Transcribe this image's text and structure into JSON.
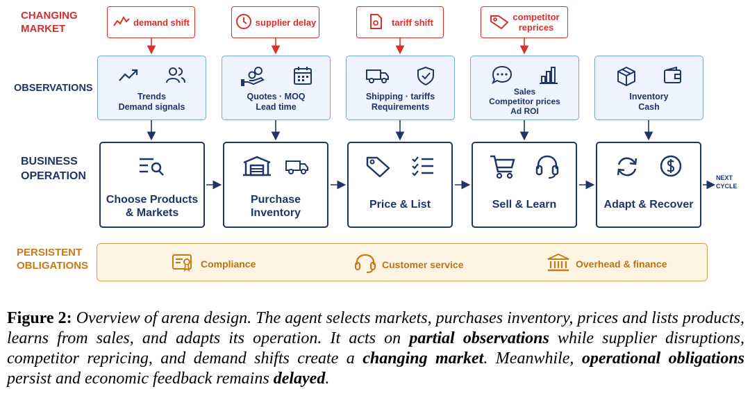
{
  "labels": {
    "changing_market": [
      "CHANGING",
      "MARKET"
    ],
    "observations": "OBSERVATIONS",
    "business_operation": [
      "BUSINESS",
      "OPERATION"
    ],
    "persistent_obligations": [
      "PERSISTENT",
      "OBLIGATIONS"
    ]
  },
  "events": [
    {
      "label": "demand shift",
      "icon": "trend-line-icon"
    },
    {
      "label": "supplier delay",
      "icon": "clock-icon"
    },
    {
      "label": "tariff shift",
      "icon": "document-icon"
    },
    {
      "label": [
        "competitor",
        "reprices"
      ],
      "icon": "price-tag-icon"
    }
  ],
  "observations": [
    {
      "lines": [
        "Trends",
        "Demand signals"
      ],
      "icons": [
        "trending-up-icon",
        "users-icon"
      ]
    },
    {
      "lines": [
        "Quotes · MOQ",
        "Lead time"
      ],
      "icons": [
        "coins-hand-icon",
        "calendar-icon"
      ]
    },
    {
      "lines": [
        "Shipping · tariffs",
        "Requirements"
      ],
      "icons": [
        "truck-icon",
        "shield-check-icon"
      ]
    },
    {
      "lines": [
        "Sales",
        "Competitor prices",
        "Ad ROI"
      ],
      "icons": [
        "chat-bubble-icon",
        "bar-chart-icon"
      ]
    },
    {
      "lines": [
        "Inventory",
        "Cash"
      ],
      "icons": [
        "box-icon",
        "wallet-icon"
      ]
    }
  ],
  "operations": [
    {
      "title": [
        "Choose Products",
        "& Markets"
      ],
      "icons": [
        "search-list-icon"
      ]
    },
    {
      "title": [
        "Purchase",
        "Inventory"
      ],
      "icons": [
        "warehouse-icon",
        "truck-icon"
      ]
    },
    {
      "title": [
        "Price & List"
      ],
      "icons": [
        "tag-icon",
        "checklist-icon"
      ]
    },
    {
      "title": [
        "Sell & Learn"
      ],
      "icons": [
        "cart-icon",
        "headset-icon"
      ]
    },
    {
      "title": [
        "Adapt & Recover"
      ],
      "icons": [
        "refresh-icon",
        "dollar-coin-icon"
      ]
    }
  ],
  "next_cycle": [
    "NEXT",
    "CYCLE"
  ],
  "obligations": [
    {
      "label": "Compliance",
      "icon": "certificate-icon"
    },
    {
      "label": "Customer service",
      "icon": "headset-icon"
    },
    {
      "label": "Overhead & finance",
      "icon": "bank-icon"
    }
  ],
  "caption": {
    "figure_label": "Figure 2:",
    "text1": " Overview of arena design. The agent selects markets, purchases inventory, prices and lists products, learns from sales, and adapts its operation. It acts on ",
    "bold1": "partial observations",
    "text2": " while supplier disruptions, competitor repricing, and demand shifts create a ",
    "bold2": "changing market",
    "text3": ". Meanwhile, ",
    "bold3": "operational obligations",
    "text4": " persist and economic feedback remains ",
    "bold4": "delayed",
    "text5": "."
  },
  "colors": {
    "market_red": "#d9302c",
    "navy": "#1f3566",
    "obs_fill": "#edf4fd",
    "obs_border": "#7aa6e0",
    "obligation_orange": "#c97a16",
    "obligation_fill": "#fdf4e4"
  }
}
